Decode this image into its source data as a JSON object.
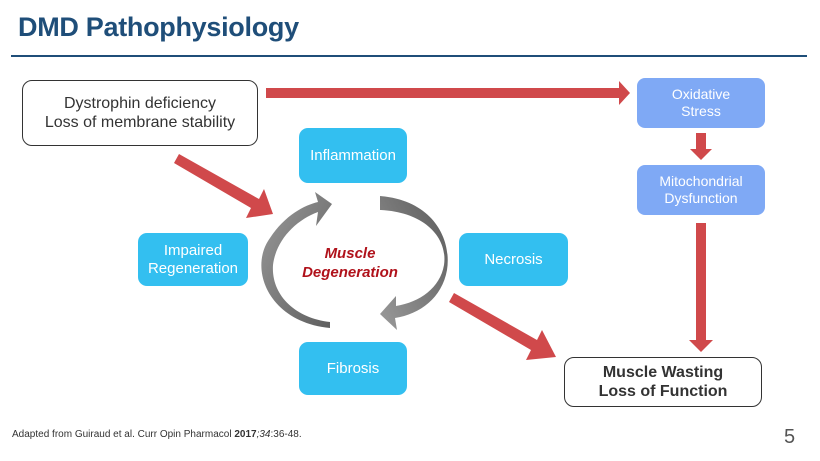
{
  "slide": {
    "title": "DMD Pathophysiology",
    "page_number": "5"
  },
  "nodes": {
    "dystrophin": {
      "line1": "Dystrophin deficiency",
      "line2": "Loss of membrane stability"
    },
    "oxidative_stress": {
      "line1": "Oxidative",
      "line2": "Stress"
    },
    "mitochondrial": {
      "line1": "Mitochondrial",
      "line2": "Dysfunction"
    },
    "inflammation": {
      "label": "Inflammation"
    },
    "necrosis": {
      "label": "Necrosis"
    },
    "fibrosis": {
      "label": "Fibrosis"
    },
    "impaired_regen": {
      "line1": "Impaired",
      "line2": "Regeneration"
    },
    "center": {
      "line1": "Muscle",
      "line2": "Degeneration"
    },
    "muscle_wasting": {
      "line1": "Muscle Wasting",
      "line2": "Loss of Function"
    }
  },
  "footnote": {
    "prefix": "Adapted from Guiraud et al. Curr Opin Pharmacol ",
    "year": "2017",
    "volume": ";34",
    "pages": ":36-48."
  },
  "colors": {
    "title": "#1f4e79",
    "arrow_red": "#d0494b",
    "cycle_box": "#33bff0",
    "oxidative_box": "#7fa9f5",
    "cycle_arrow": "#7a7a7a",
    "center_text": "#b0121b"
  }
}
